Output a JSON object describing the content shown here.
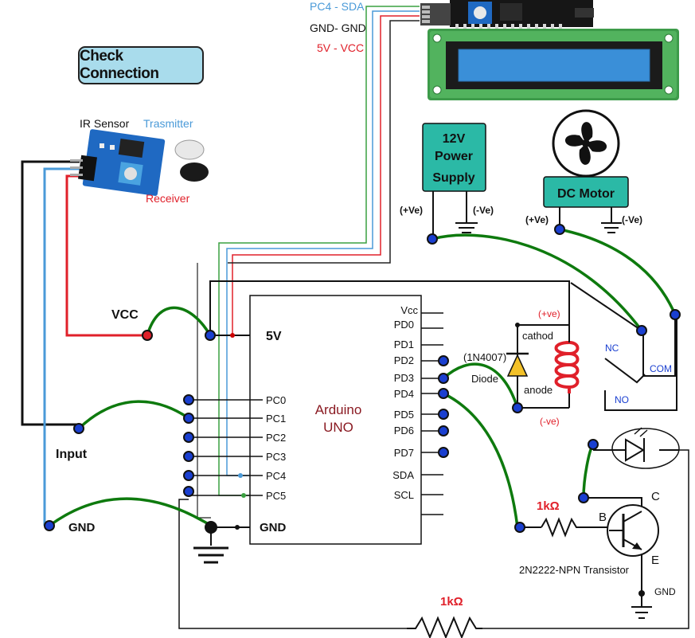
{
  "colors": {
    "green_wire": "#0e7a0e",
    "red_wire": "#e0202a",
    "blue_wire": "#4a9ad8",
    "black_wire": "#111111",
    "node_blue": "#1a3fd0",
    "box_teal": "#2bb9a6",
    "lcd_blue": "#3a8fd8",
    "pcb_blue": "#1f69c2"
  },
  "button": {
    "check_connection": "Check Connection"
  },
  "lcd_labels": {
    "sda": "PC4 - SDA",
    "gnd": "GND- GND",
    "vcc": "5V - VCC"
  },
  "ir_sensor": {
    "title": "IR Sensor",
    "transmitter": "Trasmitter",
    "receiver": "Receiver"
  },
  "power_supply": {
    "line1": "12V",
    "line2": "Power",
    "line3": "Supply",
    "pos": "(+Ve)",
    "neg": "(-Ve)"
  },
  "motor": {
    "label": "DC Motor",
    "pos": "(+Ve)",
    "neg": "(-Ve)"
  },
  "labels": {
    "vcc": "VCC",
    "five_v": "5V",
    "input": "Input",
    "gnd_left": "GND",
    "gnd_mid": "GND",
    "gnd_transistor": "GND"
  },
  "arduino": {
    "name1": "Arduino",
    "name2": "UNO",
    "left_pins": [
      "PC0",
      "PC1",
      "PC2",
      "PC3",
      "PC4",
      "PC5"
    ],
    "right_pins": [
      "Vcc",
      "PD0",
      "PD1",
      "PD2",
      "PD3",
      "PD4",
      "PD5",
      "PD6",
      "PD7",
      "SDA",
      "SCL"
    ]
  },
  "diode": {
    "cathode": "cathod",
    "part": "(1N4007)",
    "label": "Diode",
    "anode": "anode"
  },
  "coil": {
    "pos": "(+ve)",
    "neg": "(-ve)"
  },
  "relay": {
    "nc": "NC",
    "com": "COM",
    "no": "NO"
  },
  "transistor": {
    "b": "B",
    "c": "C",
    "e": "E",
    "label": "2N2222-NPN Transistor"
  },
  "resistors": {
    "base": "1kΩ",
    "bottom": "1kΩ"
  }
}
